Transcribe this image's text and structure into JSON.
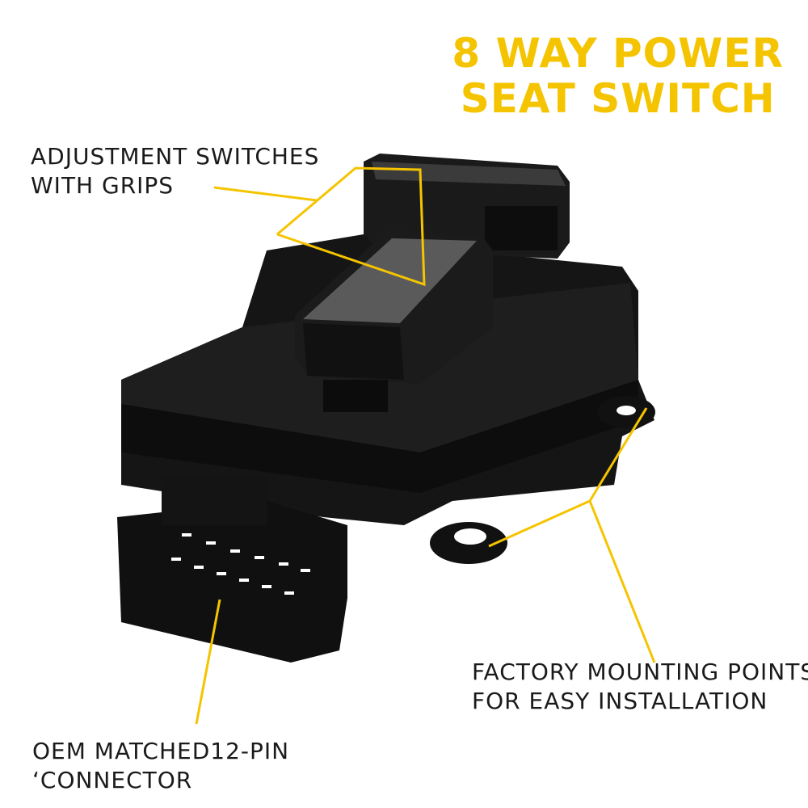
{
  "title": {
    "line1": "8 WAY POWER",
    "line2": "SEAT SWITCH"
  },
  "callouts": {
    "switches": {
      "line1": "ADJUSTMENT SWITCHES",
      "line2": "WITH GRIPS"
    },
    "mounting": {
      "line1": "FACTORY MOUNTING POINTS",
      "line2": "FOR EASY INSTALLATION"
    },
    "connector": {
      "line1": "OEM MATCHED12-PIN",
      "line2": "‘CONNECTOR"
    }
  },
  "colors": {
    "accent": "#f5c400",
    "product": "#111111"
  }
}
